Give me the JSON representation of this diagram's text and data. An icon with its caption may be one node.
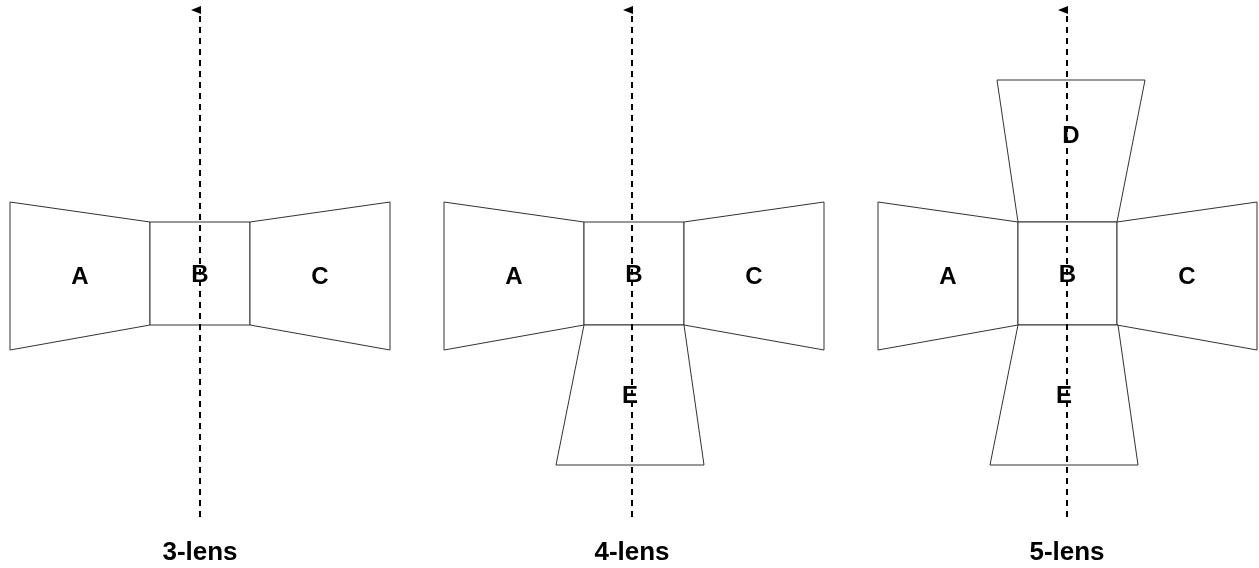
{
  "diagram": {
    "nodes": [
      {
        "text": [
          "A"
        ]
      },
      {
        "text": [
          "B"
        ]
      },
      {
        "text": [
          "C"
        ]
      },
      {
        "text": [
          "A"
        ]
      },
      {
        "text": [
          "B"
        ]
      },
      {
        "text": [
          "C"
        ]
      },
      {
        "text": [
          "E"
        ]
      },
      {
        "text": [
          "D"
        ]
      },
      {
        "text": [
          "A"
        ]
      },
      {
        "text": [
          "B"
        ]
      },
      {
        "text": [
          "C"
        ]
      },
      {
        "text": [
          "E"
        ]
      }
    ],
    "edges": [],
    "labels": [
      "3-lens",
      "4-lens",
      "5-lens"
    ]
  }
}
